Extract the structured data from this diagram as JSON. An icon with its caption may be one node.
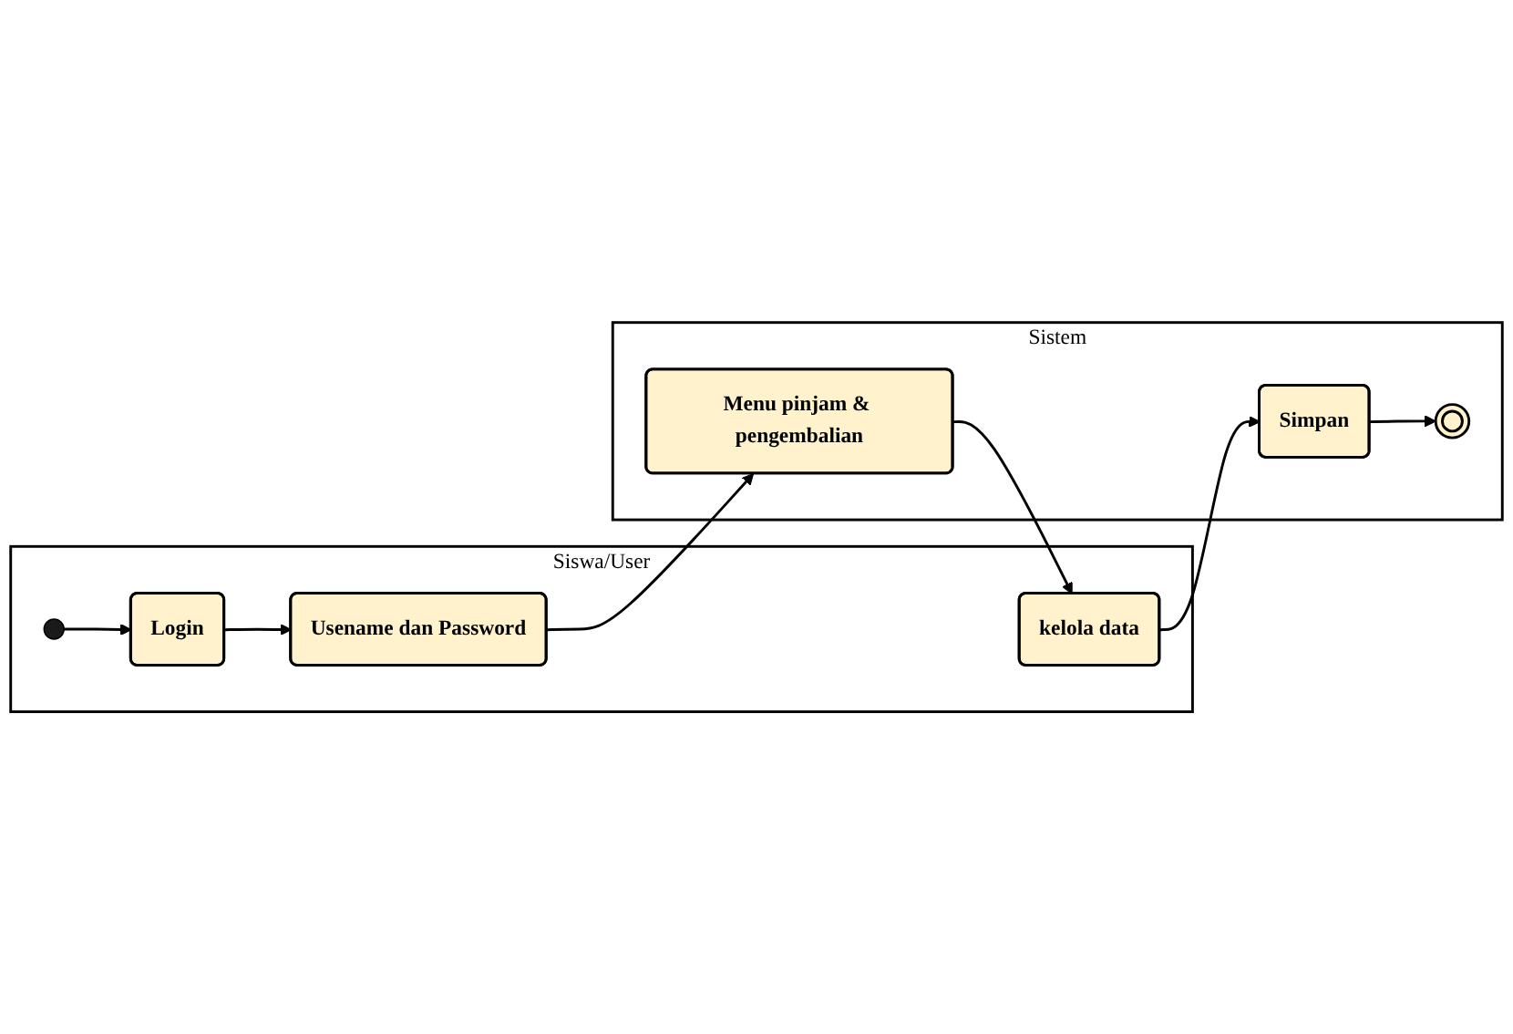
{
  "diagram": {
    "nodes": [
      {
        "text": [
          "Siswa/User"
        ]
      },
      {
        "text": [
          "Sistem"
        ]
      },
      {
        "text": [],
        "shape": "circle",
        "in": 0
      },
      {
        "text": [
          "Login"
        ],
        "in": 0
      },
      {
        "text": [
          "Usename dan Password"
        ],
        "in": 0
      },
      {
        "text": [
          "Menu pinjam & pengembalian"
        ],
        "in": 1
      },
      {
        "text": [
          "kelola data"
        ],
        "in": 0
      },
      {
        "text": [
          "Simpan"
        ],
        "in": 1
      },
      {
        "text": [],
        "shape": "circle",
        "in": 1
      }
    ],
    "edges": [
      {
        "from": 2,
        "to": 3,
        "arrow": "to"
      },
      {
        "from": 3,
        "to": 4,
        "arrow": "to"
      },
      {
        "from": 4,
        "to": 5,
        "arrow": "to"
      },
      {
        "from": 5,
        "to": 6,
        "arrow": "to"
      },
      {
        "from": 6,
        "to": 7,
        "arrow": "to"
      },
      {
        "from": 7,
        "to": 8,
        "arrow": "to"
      }
    ]
  }
}
